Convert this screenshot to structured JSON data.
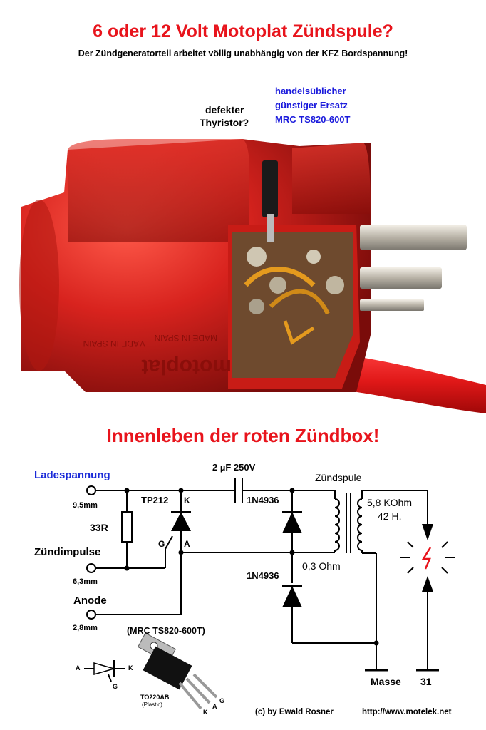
{
  "header": {
    "title": "6 oder 12 Volt Motoplat Zündspule?",
    "subtitle": "Der Zündgeneratorteil arbeitet völlig unabhängig von der KFZ Bordspannung!"
  },
  "photo": {
    "label_defekter": "defekter",
    "label_thyristor": "Thyristor?",
    "ersatz_line1": "handelsüblicher",
    "ersatz_line2": "günstiger Ersatz",
    "ersatz_line3": "MRC TS820-600T",
    "casing_text": "motoplat",
    "made_text": "MADE IN SPAIN"
  },
  "section2": {
    "title": "Innenleben der roten Zündbox!"
  },
  "schematic": {
    "ladespannung": "Ladespannung",
    "ladespannung_mm": "9,5mm",
    "zuendimpulse": "Zündimpulse",
    "zuendimpulse_mm": "6,3mm",
    "anode": "Anode",
    "anode_mm": "2,8mm",
    "resistor": "33R",
    "thyristor": "TP212",
    "k_label": "K",
    "g_label": "G",
    "a_label": "A",
    "capacitor": "2 µF 250V",
    "diode1": "1N4936",
    "diode2": "1N4936",
    "coil": "Zündspule",
    "coil_sec1": "5,8 KOhm",
    "coil_sec2": "42 H.",
    "coil_prim": "0,3 Ohm",
    "masse": "Masse",
    "masse_num": "31",
    "mrc": "(MRC TS820-600T)",
    "sym_a": "A",
    "sym_k": "K",
    "sym_g": "G",
    "package": "TO220AB",
    "package_sub": "(Plastic)",
    "pin_k": "K",
    "pin_a": "A",
    "pin_g": "G"
  },
  "footer": {
    "credit": "(c) by Ewald Rosner",
    "url": "http://www.motelek.net"
  },
  "colors": {
    "title_red": "#e8141c",
    "ersatz_blue": "#1a1adc",
    "ladespannung_blue": "#1a2ad8",
    "casing_red": "#d8231e"
  }
}
